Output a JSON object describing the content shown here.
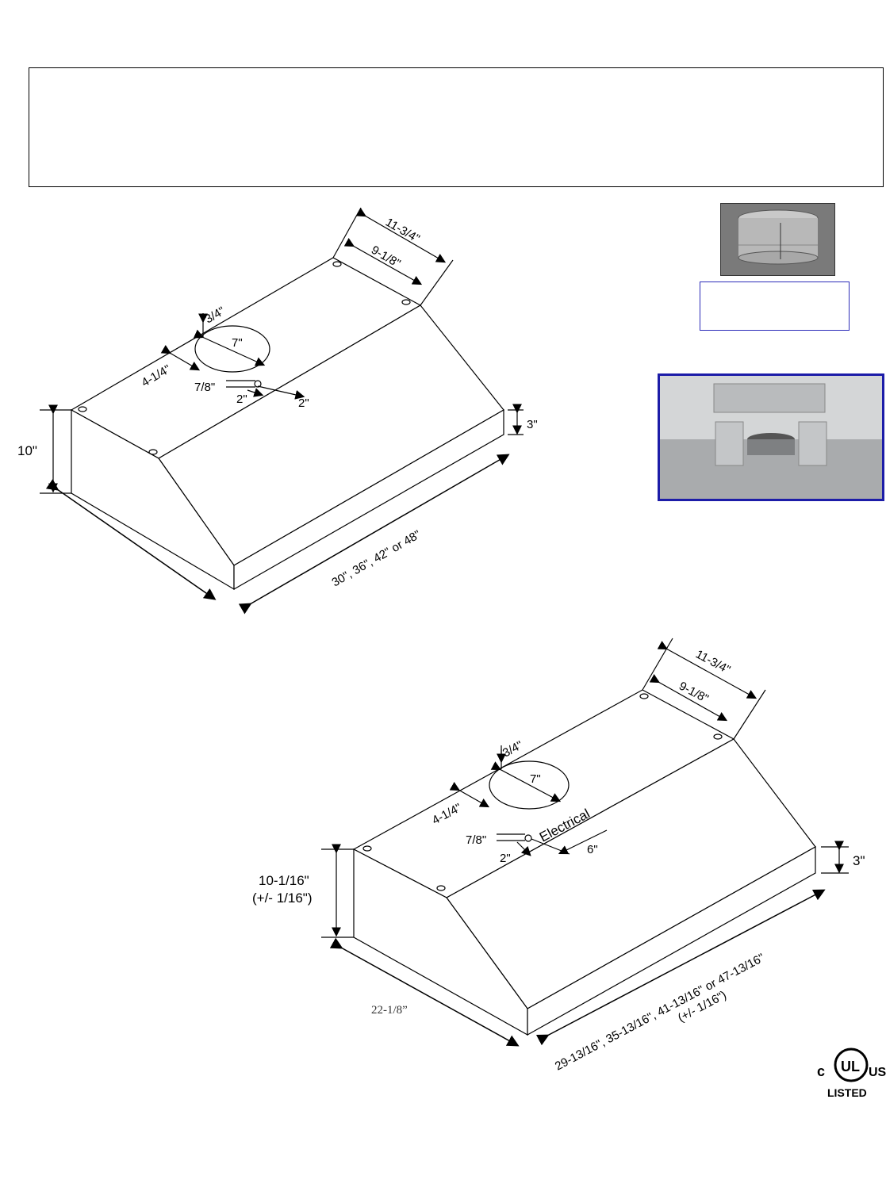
{
  "top_diagram": {
    "dims": {
      "width_outer": "11-3/4\"",
      "width_inner": "9-1/8\"",
      "collar_offset": "3/4\"",
      "collar_diameter": "7\"",
      "collar_from_back": "4-1/4\"",
      "hole_size": "7/8\"",
      "hole_offset_a": "2\"",
      "hole_offset_b": "2\"",
      "height": "10\"",
      "front_lip": "3\"",
      "length": "30\", 36\", 42\" or 48\""
    }
  },
  "bottom_diagram": {
    "dims": {
      "width_outer": "11-3/4\"",
      "width_inner": "9-1/8\"",
      "collar_offset": "3/4\"",
      "collar_diameter": "7\"",
      "collar_from_back": "4-1/4\"",
      "hole_size": "7/8\"",
      "hole_offset": "2\"",
      "electrical_label": "Electrical",
      "electrical_dist": "6\"",
      "height_line1": "10-1/16\"",
      "height_line2": "(+/- 1/16\")",
      "front_lip": "3\"",
      "depth": "22-1/8”",
      "length_line1": "29-13/16\", 35-13/16\", 41-13/16\" or 47-13/16\"",
      "length_line2": "(+/- 1/16\")"
    }
  },
  "ul_logo": {
    "c": "c",
    "ul": "UL",
    "us": "US",
    "listed": "LISTED"
  },
  "colors": {
    "caption_border": "#2b2bb8",
    "photo_border": "#1c1ca8"
  }
}
